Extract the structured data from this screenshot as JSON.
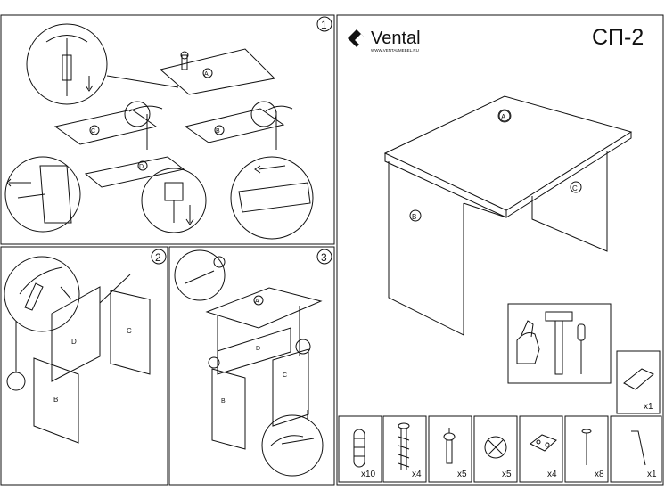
{
  "brand": {
    "name": "Vental",
    "url": "WWW.VENTALMEBEL.RU"
  },
  "model_code": "СП-2",
  "steps": [
    {
      "number": "1"
    },
    {
      "number": "2"
    },
    {
      "number": "3"
    }
  ],
  "parts": {
    "a": "A",
    "b": "B",
    "c": "C",
    "d": "D"
  },
  "hardware_counts": {
    "shelf_pack": "x1",
    "dowel": "x10",
    "confirmat_screw": "x4",
    "cam_bolt": "x5",
    "cam_lock": "x5",
    "bracket": "x4",
    "nail": "x8",
    "hex_key": "x1"
  },
  "icons": [
    "hammer-icon",
    "screwdriver-icon",
    "thumbs-up-icon",
    "dowel-icon",
    "screw-icon",
    "cam-bolt-icon",
    "cam-lock-icon",
    "bracket-icon",
    "nail-icon",
    "hex-key-icon"
  ]
}
